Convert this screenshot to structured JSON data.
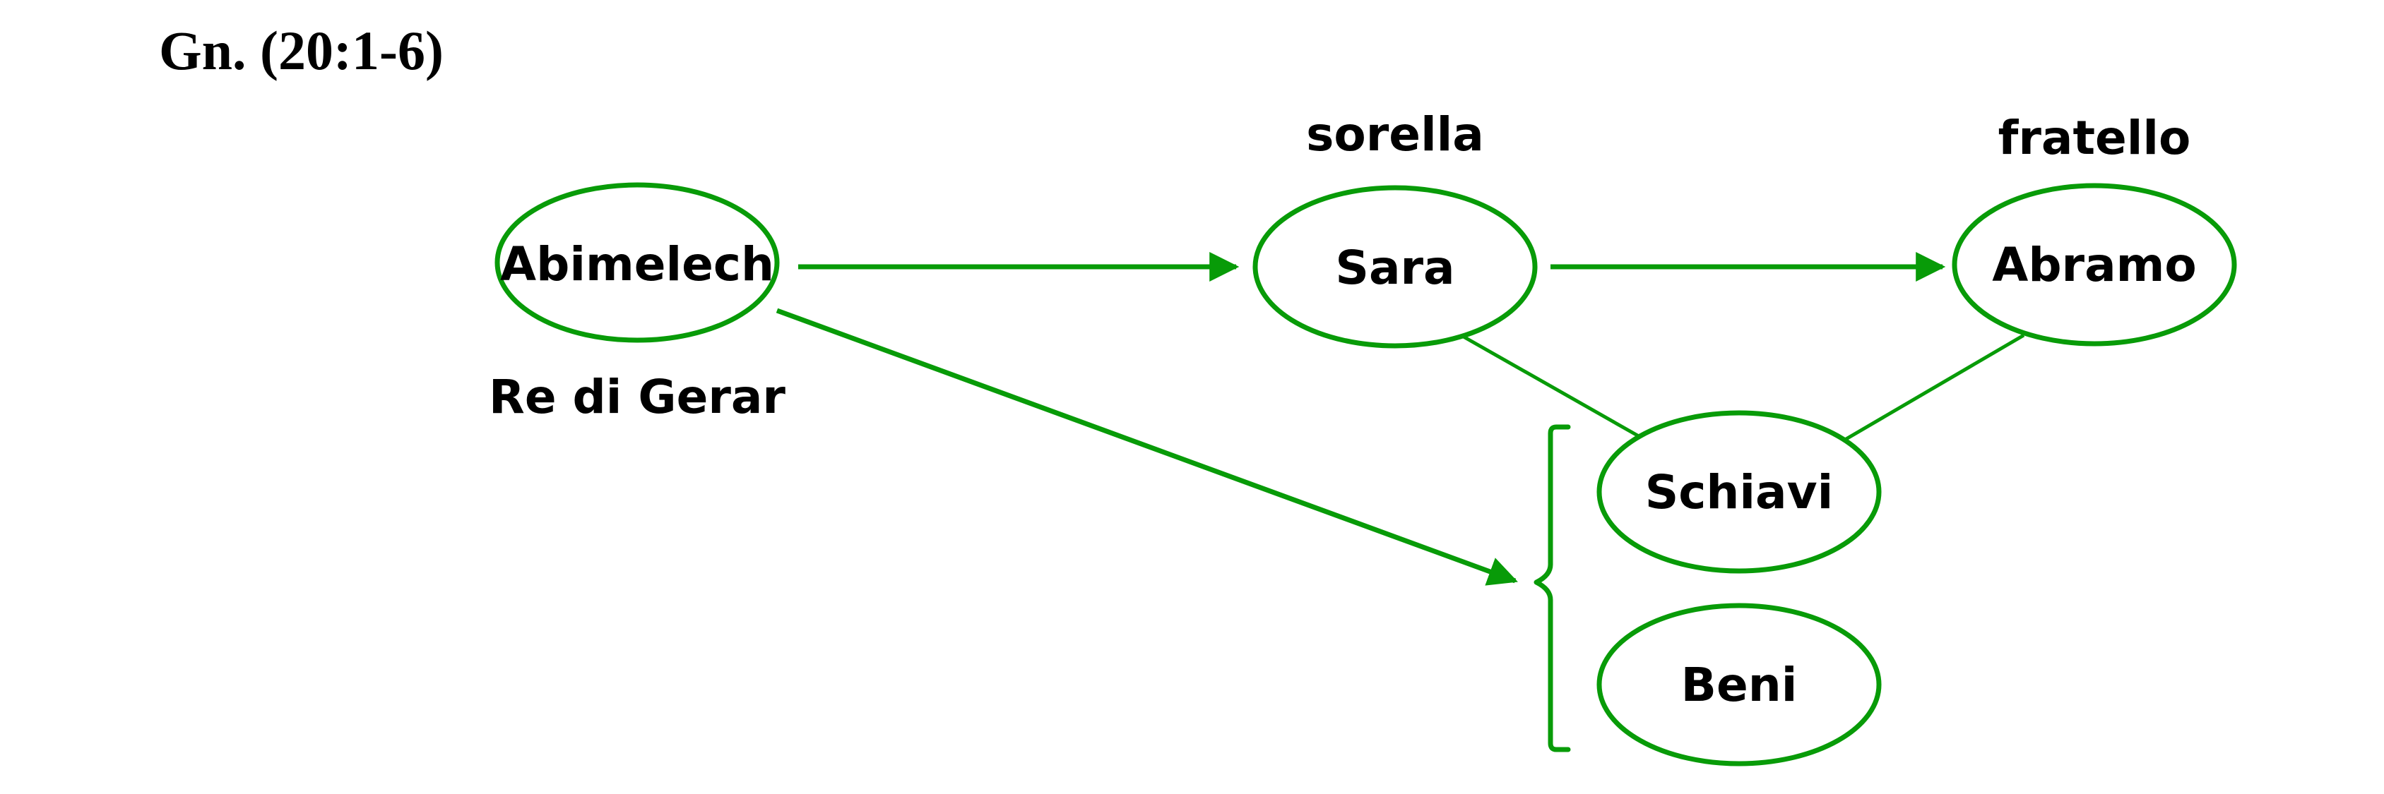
{
  "title": "Gn. (20:1-6)",
  "colors": {
    "accent": "#089b08",
    "text": "#000000",
    "background": "#ffffff"
  },
  "nodes": {
    "abimelech": {
      "label": "Abimelech",
      "caption": "Re di Gerar"
    },
    "sara": {
      "label": "Sara",
      "caption": "sorella"
    },
    "abramo": {
      "label": "Abramo",
      "caption": "fratello"
    },
    "schiavi": {
      "label": "Schiavi"
    },
    "beni": {
      "label": "Beni"
    }
  }
}
